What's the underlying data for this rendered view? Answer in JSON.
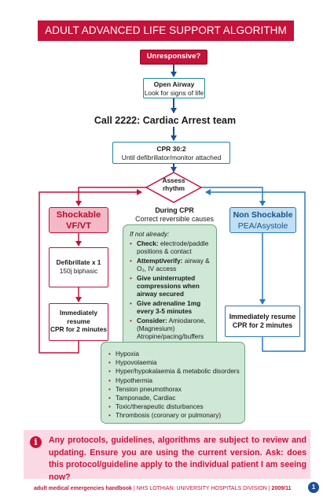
{
  "title": "ADULT ADVANCED LIFE SUPPORT ALGORITHM",
  "unresponsive": "Unresponsive?",
  "airway": {
    "line1": "Open Airway",
    "line2": "Look for signs of life"
  },
  "call": "Call 2222: Cardiac Arrest team",
  "cpr": {
    "line1": "CPR 30:2",
    "line2": "Until defibrillator/monitor attached"
  },
  "assess": {
    "line1": "Assess",
    "line2": "rhythm"
  },
  "during": {
    "line1": "During CPR",
    "line2": "Correct reversible causes"
  },
  "shockable": {
    "line1": "Shockable",
    "line2": "VF/VT"
  },
  "nonshockable": {
    "line1": "Non Shockable",
    "line2": "PEA/Asystole"
  },
  "defib": {
    "line1": "Defibrillate x 1",
    "line2": "150j biphasic"
  },
  "resume_left": {
    "line1": "Immediately",
    "line2": "resume",
    "line3": "CPR for 2 minutes"
  },
  "resume_right": {
    "line1": "Immediately resume",
    "line2": "CPR for  2 minutes"
  },
  "if_not_already": "If not already:",
  "checklist": [
    {
      "bold": "Check:",
      "text": " electrode/paddle positions & contact"
    },
    {
      "bold": "Attempt/verify:",
      "text": " airway & O₂, IV access"
    },
    {
      "bold": "Give uninterrupted compressions when airway secured",
      "text": ""
    },
    {
      "bold": "Give adrenaline 1mg every 3-5 minutes",
      "text": ""
    },
    {
      "bold": "Consider:",
      "text": " Amiodarone, (Magnesium) Atropine/pacing/buffers"
    }
  ],
  "causes": [
    "Hypoxia",
    "Hypovolaemia",
    "Hyper/hypokalaemia & metabolic disorders",
    "Hypothermia",
    "Tension pneumothorax",
    "Tamponade, Cardiac",
    "Toxic/therapeutic disturbances",
    "Thrombosis (coronary or pulmonary)"
  ],
  "notice": "Any protocols, guidelines, algorithms are subject to review and updating. Ensure you are using the current version. Ask: does this protocol/guideline apply to the individual patient I am seeing now?",
  "info_icon_glyph": "i",
  "footer": {
    "handbook": "adult medical emergencies handbook",
    "sep1": " | ",
    "org": "NHS LOTHIAN: UNIVERSITY HOSPITALS DIVISION",
    "sep2": " | ",
    "year": "2009/11"
  },
  "page_number": "1",
  "colors": {
    "brand_red": "#c4123a",
    "teal": "#1b8a9b",
    "blue": "#2a7ab8",
    "green_panel": "#cfe8d6",
    "notice_bg": "#fbd9e4"
  }
}
